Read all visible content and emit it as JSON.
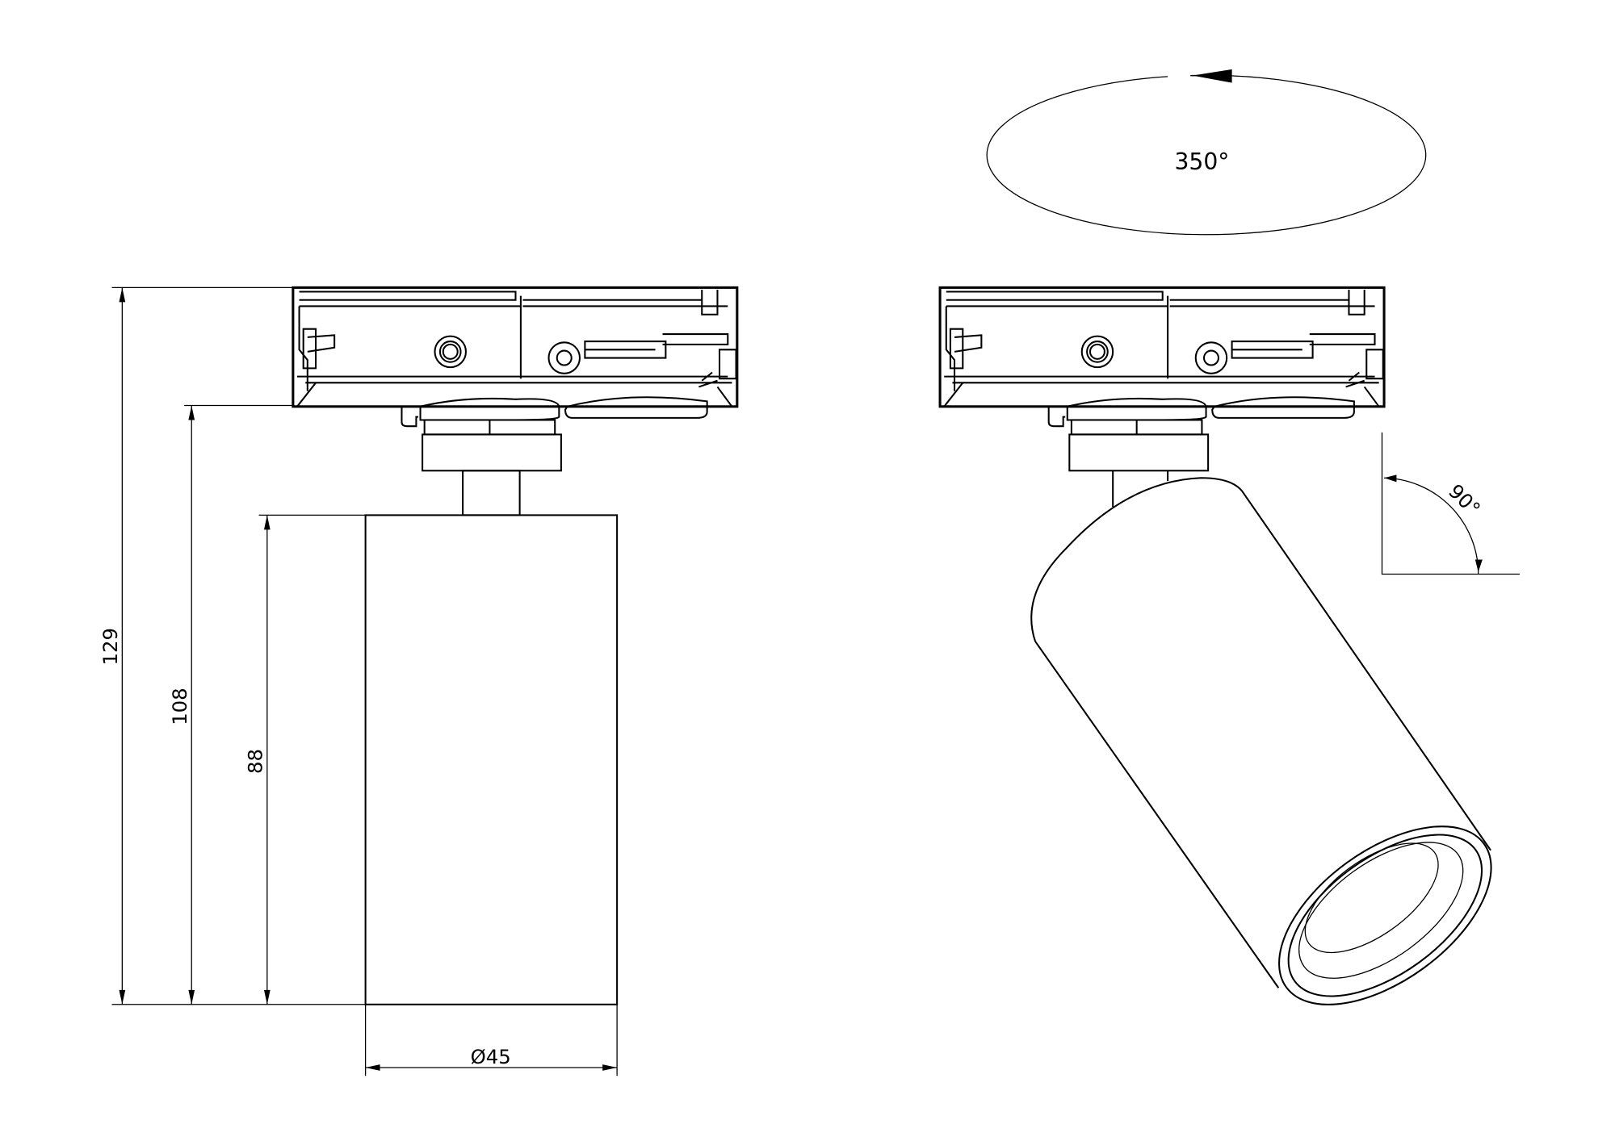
{
  "dimensions": {
    "total_height": "129",
    "height_below_adapter": "108",
    "body_height": "88",
    "diameter": "Ø45"
  },
  "angles": {
    "rotation": "350°",
    "tilt": "90°"
  },
  "colors": {
    "line": "#000000",
    "background": "#ffffff"
  }
}
